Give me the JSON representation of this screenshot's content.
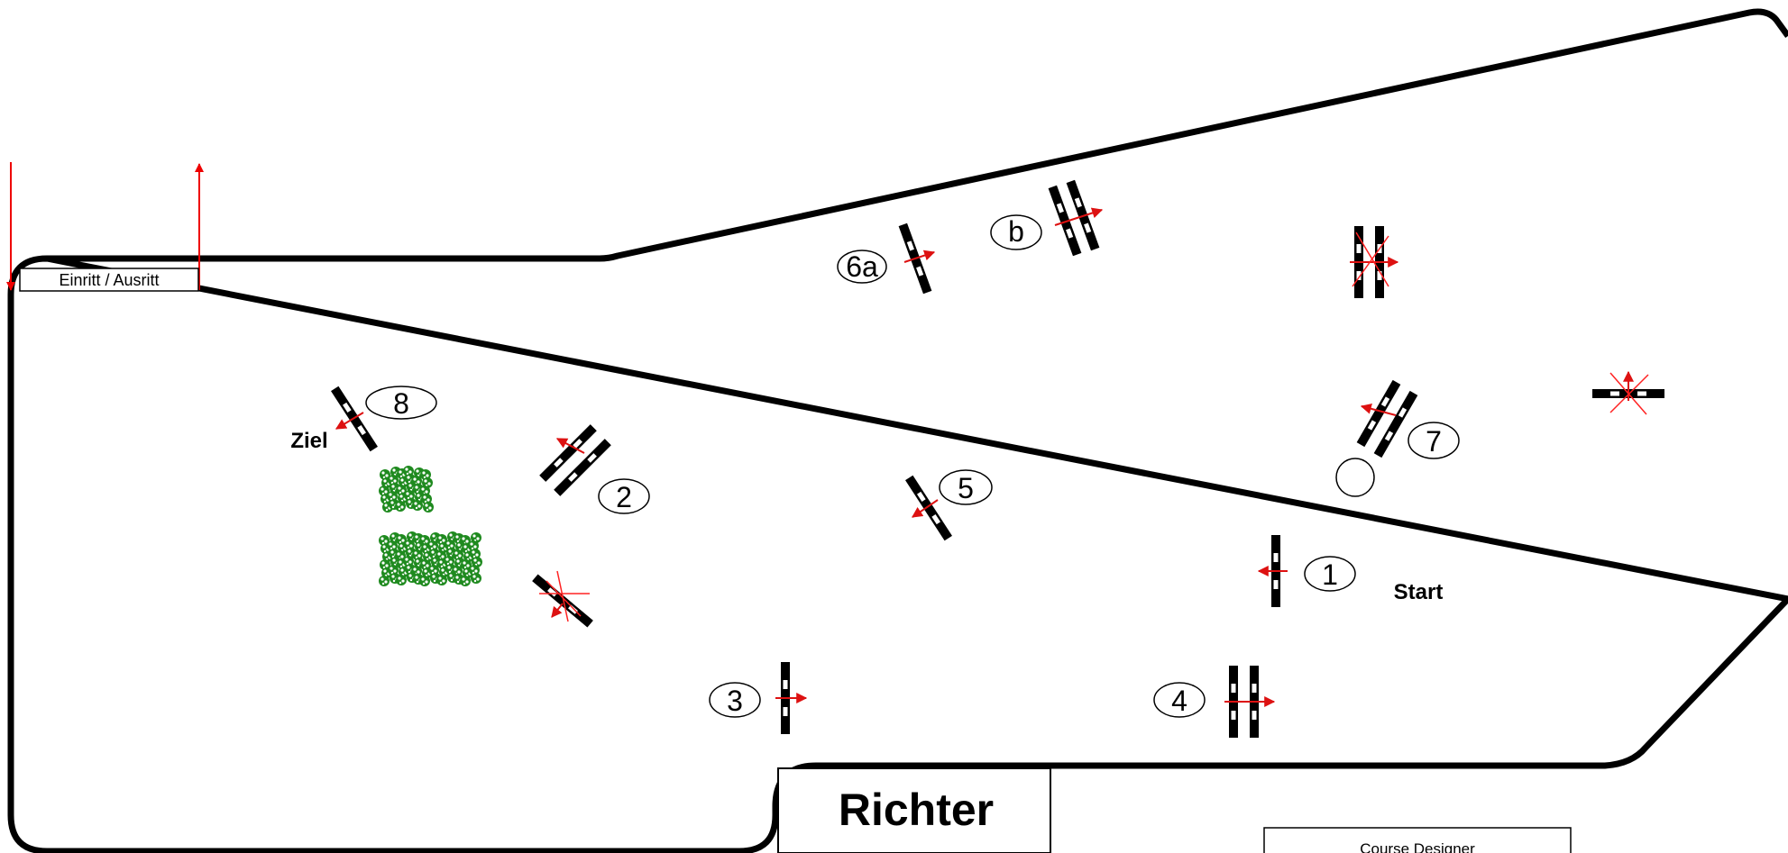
{
  "arena": {
    "entry_exit_label": "Einritt / Ausritt",
    "judge_label": "Richter",
    "designer_label": "Course Designer",
    "start_label": "Start",
    "finish_label": "Ziel"
  },
  "jumps": [
    {
      "id": "1",
      "label": "1",
      "kind": "vertical"
    },
    {
      "id": "2",
      "label": "2",
      "kind": "oxer"
    },
    {
      "id": "3",
      "label": "3",
      "kind": "vertical"
    },
    {
      "id": "4",
      "label": "4",
      "kind": "oxer"
    },
    {
      "id": "5",
      "label": "5",
      "kind": "vertical"
    },
    {
      "id": "6a",
      "label": "6a",
      "kind": "vertical"
    },
    {
      "id": "6b",
      "label": "b",
      "kind": "oxer"
    },
    {
      "id": "7",
      "label": "7",
      "kind": "oxer"
    },
    {
      "id": "8",
      "label": "8",
      "kind": "vertical"
    }
  ],
  "crossed_out_fences": 3,
  "flower_boxes": 2,
  "colors": {
    "fence": "#000000",
    "direction_arrow": "#dd1111",
    "flowers": "#1f8a1f",
    "cross_out": "#ff2222"
  }
}
